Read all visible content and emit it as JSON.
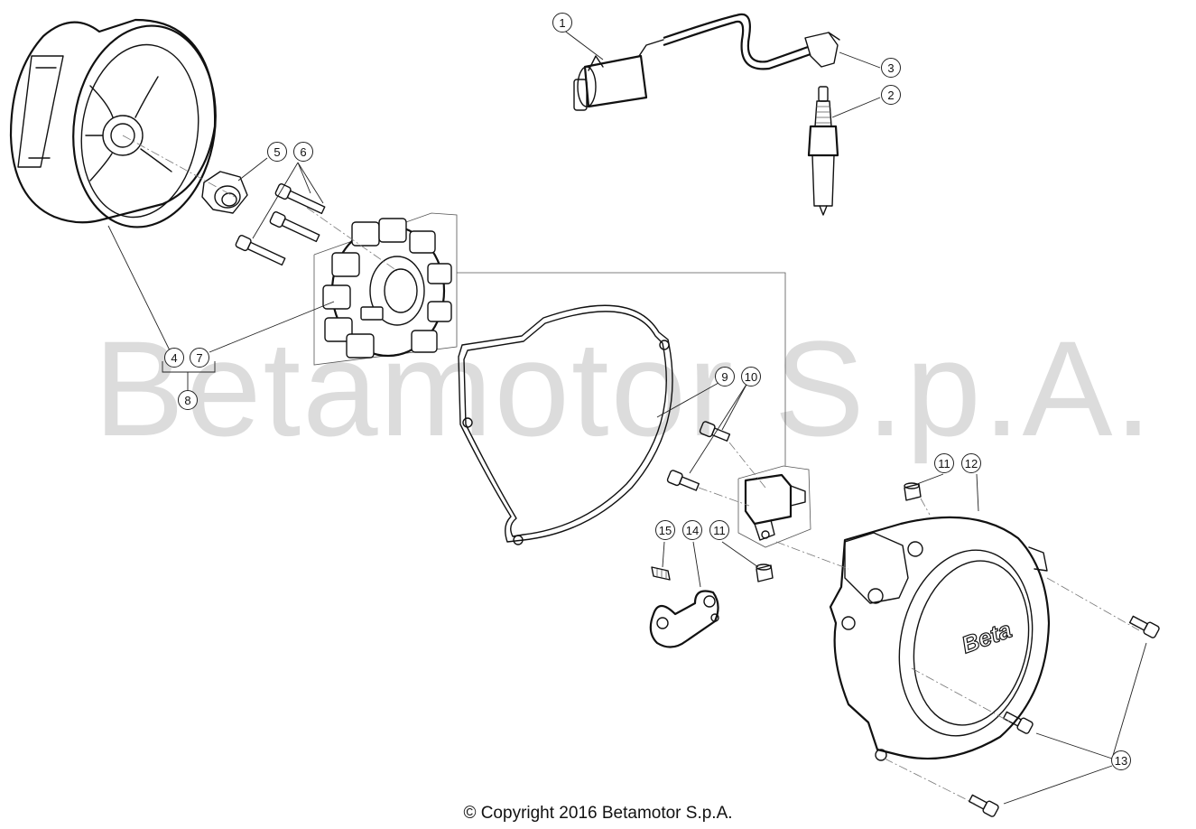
{
  "watermark": "Betamotor S.p.A.",
  "copyright": "© Copyright 2016 Betamotor S.p.A.",
  "cover_logo": "Beta",
  "callouts": [
    "1",
    "2",
    "3",
    "4",
    "5",
    "6",
    "7",
    "8",
    "9",
    "10",
    "11",
    "12",
    "13",
    "14",
    "15",
    "11"
  ]
}
